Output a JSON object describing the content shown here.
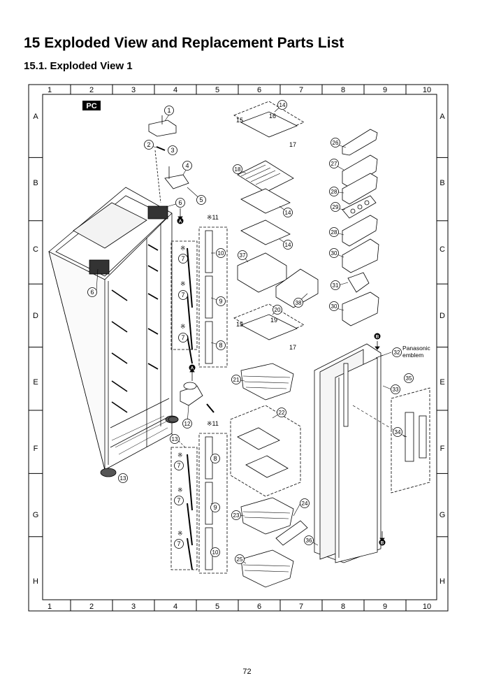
{
  "heading": "15 Exploded View and Replacement Parts List",
  "subheading": "15.1.   Exploded View 1",
  "page_number": "72",
  "grid": {
    "columns": [
      "1",
      "2",
      "3",
      "4",
      "5",
      "6",
      "7",
      "8",
      "9",
      "10"
    ],
    "rows": [
      "A",
      "B",
      "C",
      "D",
      "E",
      "F",
      "G",
      "H"
    ]
  },
  "pc_badge": "PC",
  "emblem_label": [
    "Panasonic",
    "emblem"
  ],
  "callouts": [
    {
      "n": "1"
    },
    {
      "n": "2"
    },
    {
      "n": "3"
    },
    {
      "n": "4"
    },
    {
      "n": "5"
    },
    {
      "n": "6"
    },
    {
      "n": "6"
    },
    {
      "n": "7"
    },
    {
      "n": "7"
    },
    {
      "n": "7"
    },
    {
      "n": "7"
    },
    {
      "n": "7"
    },
    {
      "n": "7"
    },
    {
      "n": "8"
    },
    {
      "n": "8"
    },
    {
      "n": "9"
    },
    {
      "n": "9"
    },
    {
      "n": "10"
    },
    {
      "n": "10"
    },
    {
      "n": "12"
    },
    {
      "n": "13"
    },
    {
      "n": "13"
    },
    {
      "n": "14"
    },
    {
      "n": "14"
    },
    {
      "n": "14"
    },
    {
      "n": "16"
    },
    {
      "n": "18"
    },
    {
      "n": "20"
    },
    {
      "n": "21"
    },
    {
      "n": "22"
    },
    {
      "n": "23"
    },
    {
      "n": "24"
    },
    {
      "n": "25"
    },
    {
      "n": "26"
    },
    {
      "n": "27"
    },
    {
      "n": "28"
    },
    {
      "n": "28"
    },
    {
      "n": "29"
    },
    {
      "n": "30"
    },
    {
      "n": "30"
    },
    {
      "n": "31"
    },
    {
      "n": "32"
    },
    {
      "n": "33"
    },
    {
      "n": "34"
    },
    {
      "n": "35"
    },
    {
      "n": "36"
    },
    {
      "n": "37"
    },
    {
      "n": "38"
    }
  ],
  "plain_labels": [
    "15",
    "17",
    "19",
    "15",
    "17"
  ],
  "note_labels": [
    "※11",
    "※11"
  ],
  "markers": [
    "A",
    "A",
    "B",
    "B"
  ]
}
